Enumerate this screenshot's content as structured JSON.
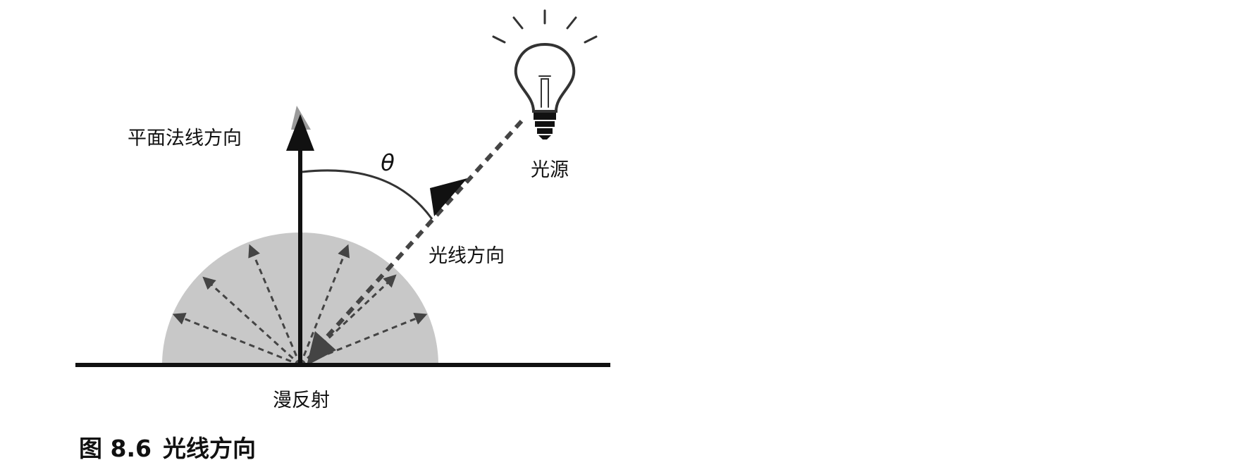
{
  "diagram": {
    "labels": {
      "normal": "平面法线方向",
      "theta": "θ",
      "light_source": "光源",
      "light_direction": "光线方向",
      "diffuse_reflection": "漫反射"
    },
    "colors": {
      "hemisphere": "#c8c8c8",
      "ink": "#111111",
      "dashed_arrow": "#444444",
      "faint_arrow": "#9a9a9a"
    },
    "icons": [
      "light-bulb-icon"
    ]
  },
  "caption": {
    "number": "图 8.6",
    "title": "光线方向"
  }
}
